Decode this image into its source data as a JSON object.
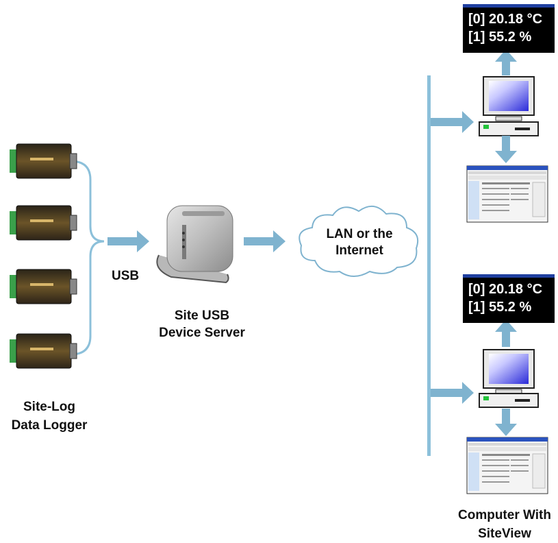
{
  "labels": {
    "usb": "USB",
    "server_line1": "Site USB",
    "server_line2": "Device Server",
    "logger_line1": "Site-Log",
    "logger_line2": "Data Logger",
    "computer_line1": "Computer With",
    "computer_line2": "SiteView",
    "cloud_line1": "LAN or the",
    "cloud_line2": "Internet"
  },
  "readouts": [
    {
      "line1": "[0] 20.18 °C",
      "line2": "[1] 55.2 %"
    },
    {
      "line1": "[0] 20.18 °C",
      "line2": "[1] 55.2 %"
    }
  ],
  "colors": {
    "arrow": "#7fb3cf",
    "connector": "#8cc0da"
  },
  "icons": {
    "logger": "data-logger-device",
    "server": "usb-device-server",
    "cloud": "network-cloud",
    "computer": "desktop-computer",
    "software": "siteview-software-window"
  }
}
